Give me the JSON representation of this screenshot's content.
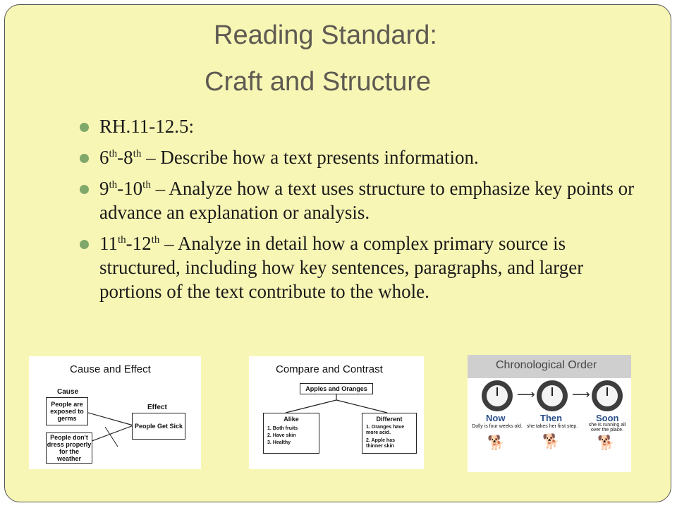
{
  "slide": {
    "title_line1": "Reading Standard:",
    "title_line2": "Craft and Structure",
    "bullets": [
      {
        "text": "RH.11-12.5:"
      },
      {
        "g1": "6",
        "s1": "th",
        "dash": "-",
        "g2": "8",
        "s2": "th",
        "rest": " – Describe how a text presents information."
      },
      {
        "g1": "9",
        "s1": "th",
        "dash": "-",
        "g2": "10",
        "s2": "th",
        "rest": " – Analyze how a text uses structure to emphasize key points or advance an explanation or analysis."
      },
      {
        "g1": "11",
        "s1": "th",
        "dash": "-",
        "g2": "12",
        "s2": "th",
        "rest": " – Analyze in detail how a complex primary source is structured, including how key sentences, paragraphs, and larger portions of the text contribute to the whole."
      }
    ]
  },
  "cause_effect": {
    "title": "Cause and Effect",
    "cause_label": "Cause",
    "effect_label": "Effect",
    "cause1": "People are exposed to germs",
    "cause2": "People don't dress properly for the weather",
    "effect1": "People Get Sick"
  },
  "compare_contrast": {
    "title": "Compare and Contrast",
    "topic": "Apples and Oranges",
    "alike_label": "Alike",
    "alike_items": [
      "1.  Both fruits",
      "2.  Have skin",
      "3.  Healthy"
    ],
    "different_label": "Different",
    "different_items": [
      "1.  Oranges have more acid.",
      "2.  Apple has thinner skin"
    ]
  },
  "chronological": {
    "title": "Chronological Order",
    "steps": [
      {
        "word": "Now",
        "caption": "Dolly is four weeks old."
      },
      {
        "word": "Then",
        "caption": "she takes her first step."
      },
      {
        "word": "Soon",
        "caption": "she is running all over the place."
      }
    ]
  }
}
